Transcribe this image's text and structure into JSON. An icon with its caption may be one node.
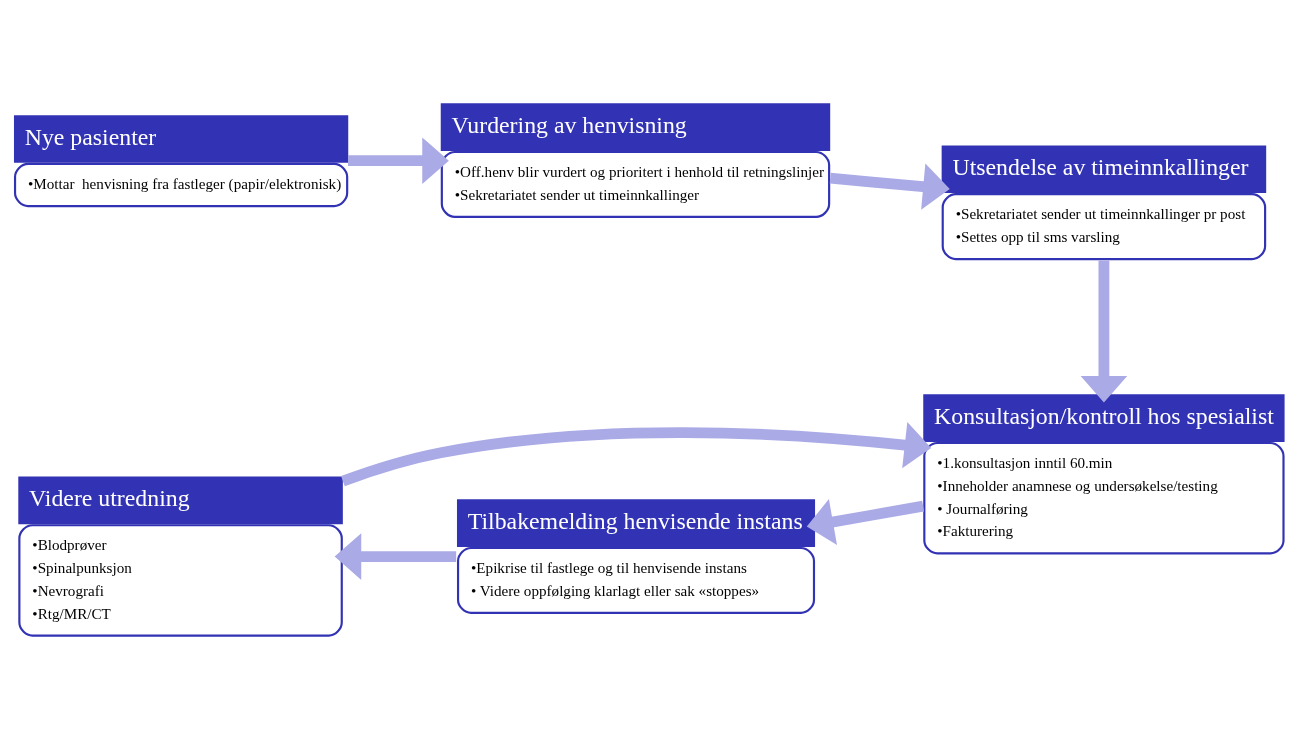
{
  "diagram": {
    "nodes": [
      {
        "text": [
          "Nye pasienter",
          "•Mottar  henvisning fra fastleger (papir/elektronisk)"
        ]
      },
      {
        "text": [
          "Vurdering av henvisning",
          "•Off.henv blir vurdert og prioritert i henhold til retningslinjer",
          "•Sekretariatet sender ut timeinnkallinger"
        ]
      },
      {
        "text": [
          "Utsendelse av timeinnkallinger",
          "•Sekretariatet sender ut timeinnkallinger pr post",
          "•Settes opp til sms varsling"
        ]
      },
      {
        "text": [
          "Videre utredning",
          "•Blodprøver",
          "•Spinalpunksjon",
          "•Nevrografi",
          "•Rtg/MR/CT"
        ]
      },
      {
        "text": [
          "Tilbakemelding henvisende instans",
          "•Epikrise til fastlege og til henvisende instans",
          "• Videre oppfølging klarlagt eller sak «stoppes»"
        ]
      },
      {
        "text": [
          "Konsultasjon/kontroll hos spesialist",
          "•1.konsultasjon inntil 60.min",
          "•Inneholder anamnese og undersøkelse/testing",
          "• Journalføring",
          "•Fakturering"
        ]
      }
    ],
    "edges": [
      {
        "from": 0,
        "to": 1,
        "arrow": "to"
      },
      {
        "from": 1,
        "to": 2,
        "arrow": "to"
      },
      {
        "from": 2,
        "to": 5,
        "arrow": "to"
      },
      {
        "from": 5,
        "to": 4,
        "arrow": "to"
      },
      {
        "from": 4,
        "to": 3,
        "arrow": "to"
      },
      {
        "from": 3,
        "to": 5,
        "arrow": "to"
      }
    ]
  }
}
